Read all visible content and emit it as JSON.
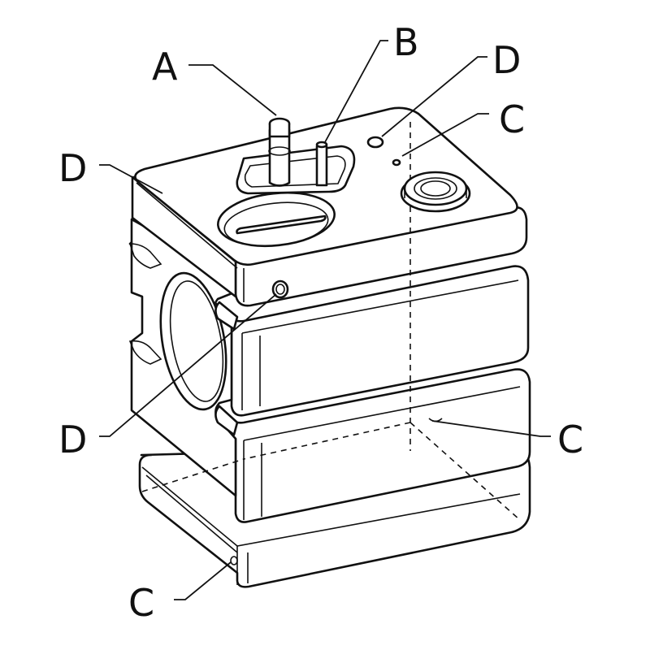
{
  "labels": {
    "a_top": "A",
    "b_top": "B",
    "d_top_right": "D",
    "c_top_right": "C",
    "d_left_top": "D",
    "d_left_bottom": "D",
    "c_right_bottom": "C",
    "c_left_bottom": "C"
  }
}
